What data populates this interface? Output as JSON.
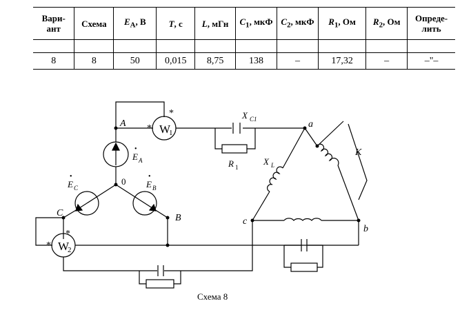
{
  "table": {
    "headers": [
      {
        "base": "Вари-",
        "line2": "ант"
      },
      {
        "base": "Схема"
      },
      {
        "base": "E",
        "sub": "A",
        "tail": ", В"
      },
      {
        "base": "T",
        "tail": ", c"
      },
      {
        "base": "L",
        "tail": ", мГн"
      },
      {
        "base": "C",
        "sub": "1",
        "tail": ", мкФ"
      },
      {
        "base": "C",
        "sub": "2",
        "tail": ", мкФ"
      },
      {
        "base": "R",
        "sub": "1",
        "tail": ", Ом"
      },
      {
        "base": "R",
        "sub": "2",
        "tail": ", Ом"
      },
      {
        "base": "Опреде-",
        "line2": "лить"
      }
    ],
    "row": [
      "8",
      "8",
      "50",
      "0,015",
      "8,75",
      "138",
      "–",
      "17,32",
      "–",
      "–\"–"
    ]
  },
  "circuit": {
    "caption": "Схема 8",
    "node_a_small": "a",
    "node_b_small": "b",
    "node_c_small": "c",
    "node_A": "A",
    "node_B": "B",
    "node_C": "C",
    "node_0": "0",
    "switch_K": "K",
    "wattmeter_1": "W",
    "wattmeter_1_sub": "1",
    "wattmeter_2": "W",
    "wattmeter_2_sub": "2",
    "star": "*",
    "xc1_base": "X",
    "xc1_sub": "C1",
    "xl_base": "X",
    "xl_sub": "L",
    "r1_base": "R",
    "r1_sub": "1",
    "ea_base": "E",
    "ea_sub": "A",
    "eb_base": "E",
    "eb_sub": "B",
    "ec_base": "E",
    "ec_sub": "C",
    "dot": "•"
  }
}
